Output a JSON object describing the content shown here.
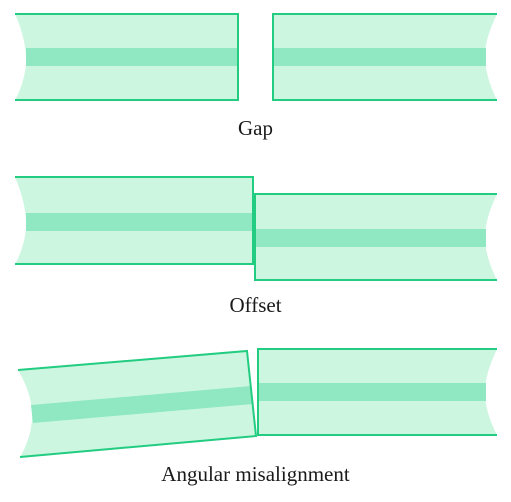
{
  "figure": {
    "panels": [
      {
        "id": "gap",
        "caption": "Gap"
      },
      {
        "id": "offset",
        "caption": "Offset"
      },
      {
        "id": "angular",
        "caption": "Angular misalignment"
      }
    ],
    "colors": {
      "cladding": "#cdf6e1",
      "core": "#8fe8c1",
      "outline": "#22cc80",
      "background": "#ffffff",
      "caption_text": "#1a1a1a"
    }
  }
}
